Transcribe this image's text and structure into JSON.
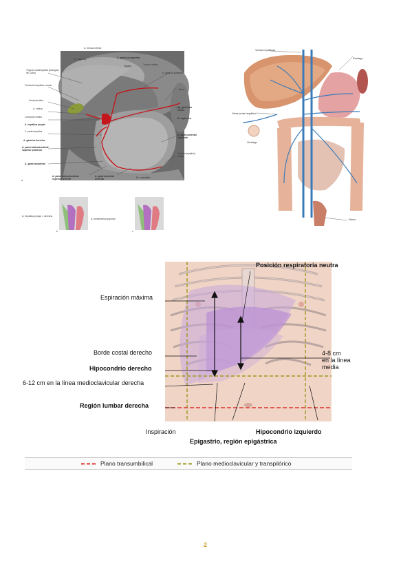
{
  "figure_a": {
    "panel_letters": [
      "a",
      "b",
      "c"
    ],
    "labels": {
      "top1": "A. frénica inferior",
      "top2": "N. vago izq.",
      "gastrica_izq": "A. gástrica izquierda",
      "higado": "Hígado",
      "tronco_celiaco": "Tronco celíaco",
      "trigono": "Trígono cistohepático (triángulo de Calot)",
      "conducto_hepatico": "Conducto hepático común",
      "vesicula": "Vesícula biliar",
      "a_cistica": "A. cística",
      "conducto_cistico": "Conducto cístico",
      "hepatica_propia": "A. hepática propia",
      "vena_porta": "V. porta hepática",
      "gastrica_der": "A. gástrica derecha",
      "pancreaticoduodenal": "A. pancreaticoduodenal superior posterior",
      "gastroduodenal": "A. gastroduodenal",
      "bazo": "Bazo",
      "gastricas_cortas": "Aa. gástricas cortas",
      "esplenica": "A. esplénica",
      "gastroomental_izq": "A. gastroomental izquierda",
      "gastrica_post": "A. gástrica posterior",
      "estomago": "Estómago",
      "omento": "Omento (epiplón) mayor",
      "omental": "Br. omentales",
      "pd_ant": "A. pancreaticoduodenal superior anterior",
      "go_der": "A. gastroomental derecha",
      "b_label1": "A. hepática propia, r. derecha",
      "b_label2": "A. mesentérica superior"
    }
  },
  "figure_b": {
    "labels": {
      "venas_hepaticas": "Venas hepáticas",
      "esofago": "Esófago",
      "vena_porta": "Vena porta hepática",
      "ombligo": "Ombligo",
      "recto": "Recto"
    }
  },
  "figure_c": {
    "labels": {
      "posicion": "Posición respiratoria neutra",
      "espiracion": "Espiración máxima",
      "borde_costal": "Borde costal derecho",
      "medida_dist": "4-8 cm",
      "medida_linea": "en la línea",
      "medida_media": "media",
      "hipocondrio_der": "Hipocondrio derecho",
      "medida_mcl": "6-12 cm en la línea medioclavicular derecha",
      "lumbar_der": "Región lumbar derecha",
      "inspiracion": "Inspiración",
      "hipocondrio_izq": "Hipocondrio izquierdo",
      "epigastrio": "Epigastrio, región epigástrica"
    },
    "legend": {
      "transumbilical": "Plano transumbilical",
      "medioclavicular": "Plano medioclavicular y transpilórico"
    }
  },
  "page": {
    "number": "2"
  },
  "colors": {
    "plano_transumbilical": "#d9342b",
    "plano_medioclavicular": "#9a9a1e",
    "liver_highlight": "#b98fd4",
    "page_number": "#c9a227"
  }
}
